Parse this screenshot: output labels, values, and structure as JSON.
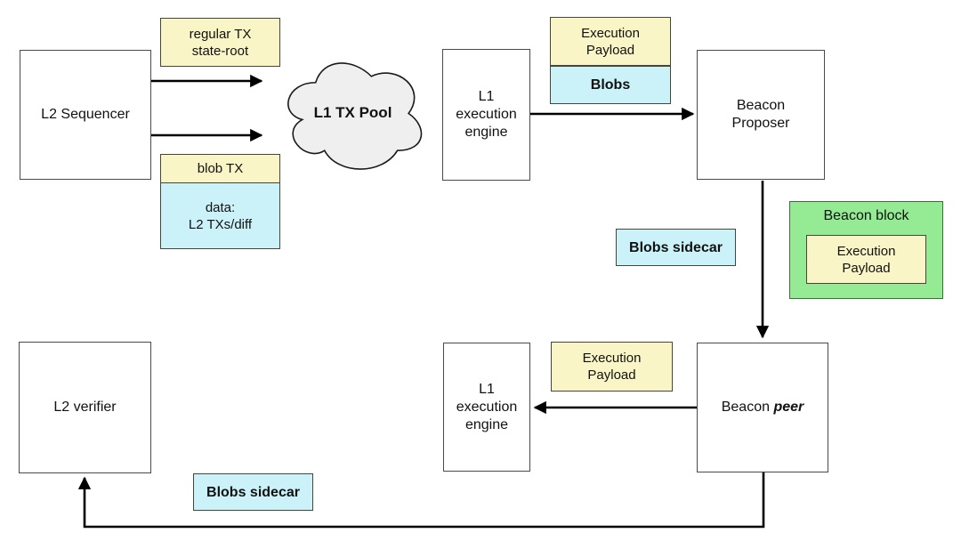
{
  "colors": {
    "note_yellow": "#faf5c6",
    "note_cyan": "#cbf2f8",
    "block_green": "#94eb94",
    "cloud_gray": "#efefef",
    "arrow_black": "#000000"
  },
  "nodes": {
    "l2_sequencer": "L2 Sequencer",
    "regular_tx_note": "regular TX\nstate-root",
    "blob_tx_header": "blob TX",
    "blob_tx_body": "data:\nL2 TXs/diff",
    "l1_tx_pool": "L1 TX Pool",
    "l1_execution_engine_top": "L1\nexecution\nengine",
    "execution_payload_top": "Execution\nPayload",
    "blobs": "Blobs",
    "beacon_proposer": "Beacon\nProposer",
    "blobs_sidecar_top": "Blobs sidecar",
    "beacon_block_title": "Beacon block",
    "beacon_block_payload": "Execution\nPayload",
    "l2_verifier": "L2 verifier",
    "l1_execution_engine_bottom": "L1\nexecution\nengine",
    "execution_payload_bottom": "Execution\nPayload",
    "beacon_peer_prefix": "Beacon ",
    "beacon_peer_emphasis": "peer",
    "blobs_sidecar_bottom": "Blobs sidecar"
  }
}
